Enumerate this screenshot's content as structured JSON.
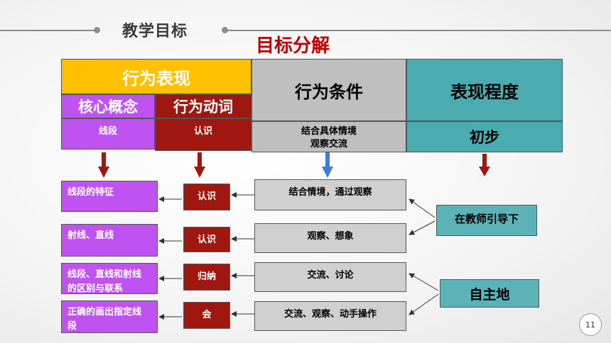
{
  "header": {
    "section_title": "教学目标",
    "main_title": "目标分解"
  },
  "table": {
    "behavior": "行为表现",
    "core_concept": "核心概念",
    "behavior_verb": "行为动词",
    "condition": "行为条件",
    "degree": "表现程度",
    "concept_value": "线段",
    "verb_value": "认识",
    "condition_value_1": "结合具体情境",
    "condition_value_2": "观察交流",
    "degree_value": "初步"
  },
  "rows": [
    {
      "concept": "线段的特征",
      "verb": "认识",
      "condition": "结合情境，通过观察"
    },
    {
      "concept": "射线、直线",
      "verb": "认识",
      "condition": "观察、想象"
    },
    {
      "concept": "线段、直线和射线的区别与联系",
      "verb": "归纳",
      "condition": "交流、讨论"
    },
    {
      "concept": "正确的画出指定线段",
      "verb": "会",
      "condition": "交流、观察、动手操作"
    }
  ],
  "guidance": {
    "teacher": "在教师引导下",
    "self": "自主地"
  },
  "slide_number": "11",
  "colors": {
    "yellow": "#ffc000",
    "purple": "#c052f2",
    "darkred": "#a0170f",
    "teal": "#4aacb0",
    "title_red": "#c00000"
  }
}
